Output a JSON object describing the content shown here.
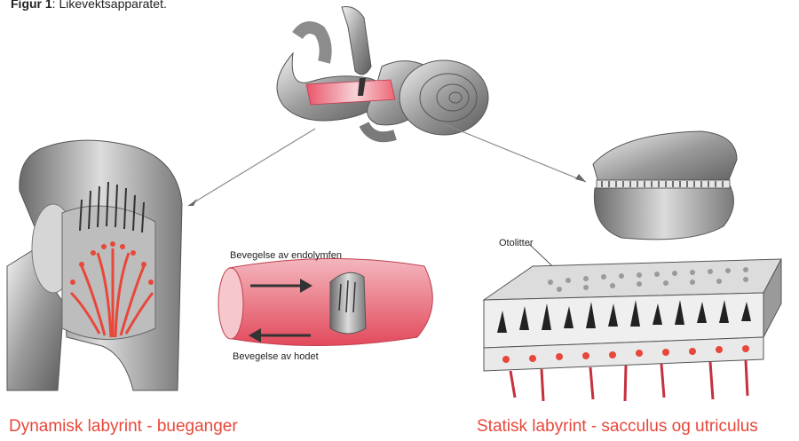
{
  "caption": {
    "prefix": "Figur 1",
    "text": ": Likevektsapparatet."
  },
  "labels": {
    "endolymph_motion": "Bevegelse av endolymfen",
    "head_motion": "Bevegelse av hodet",
    "otoliths": "Otolitter"
  },
  "titles": {
    "dynamic": "Dynamisk labyrint - bueganger",
    "static": "Statisk labyrint - sacculus og utriculus"
  },
  "colors": {
    "title_red": "#e8473a",
    "hair_red": "#e8473a",
    "gray": "#9a9a9a"
  }
}
